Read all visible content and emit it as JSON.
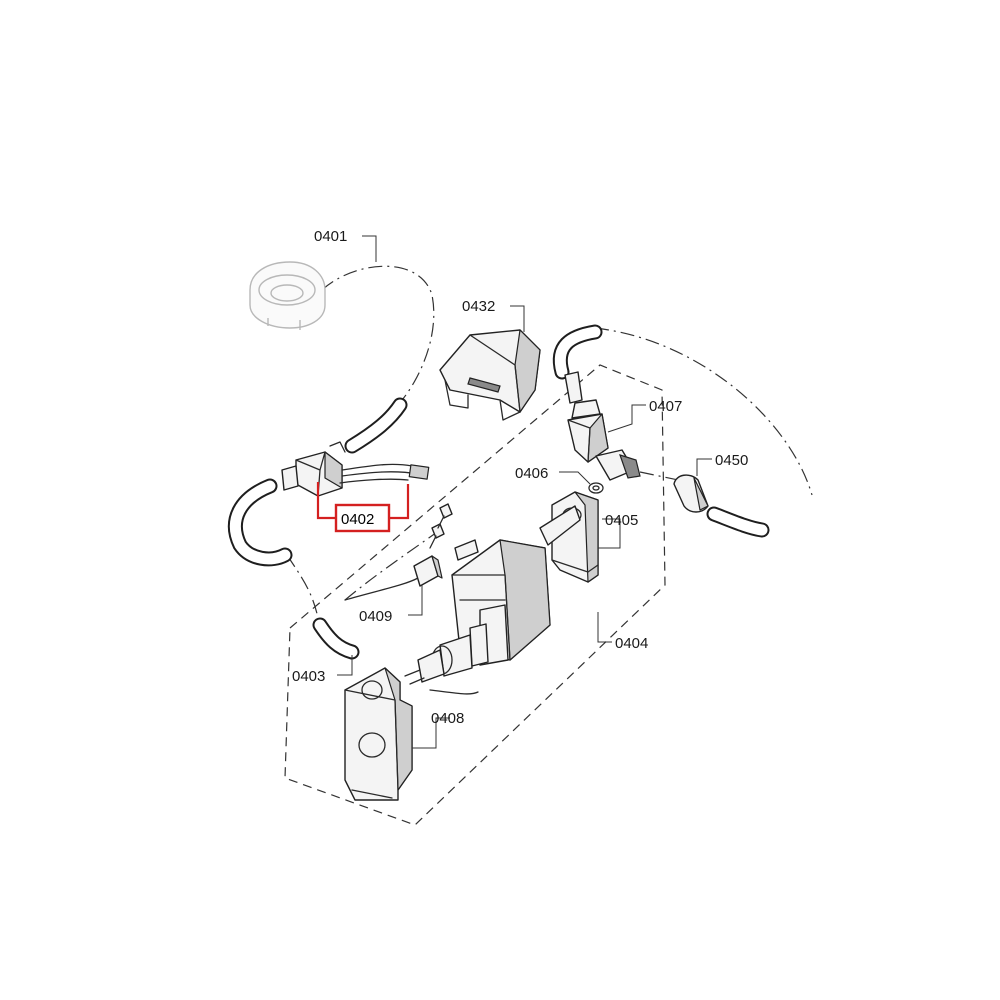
{
  "parts": {
    "p0401": "0401",
    "p0402": "0402",
    "p0403": "0403",
    "p0404": "0404",
    "p0405": "0405",
    "p0406": "0406",
    "p0407": "0407",
    "p0408": "0408",
    "p0409": "0409",
    "p0432": "0432",
    "p0450": "0450"
  },
  "highlight": {
    "part": "0402",
    "color": "#d42020"
  }
}
